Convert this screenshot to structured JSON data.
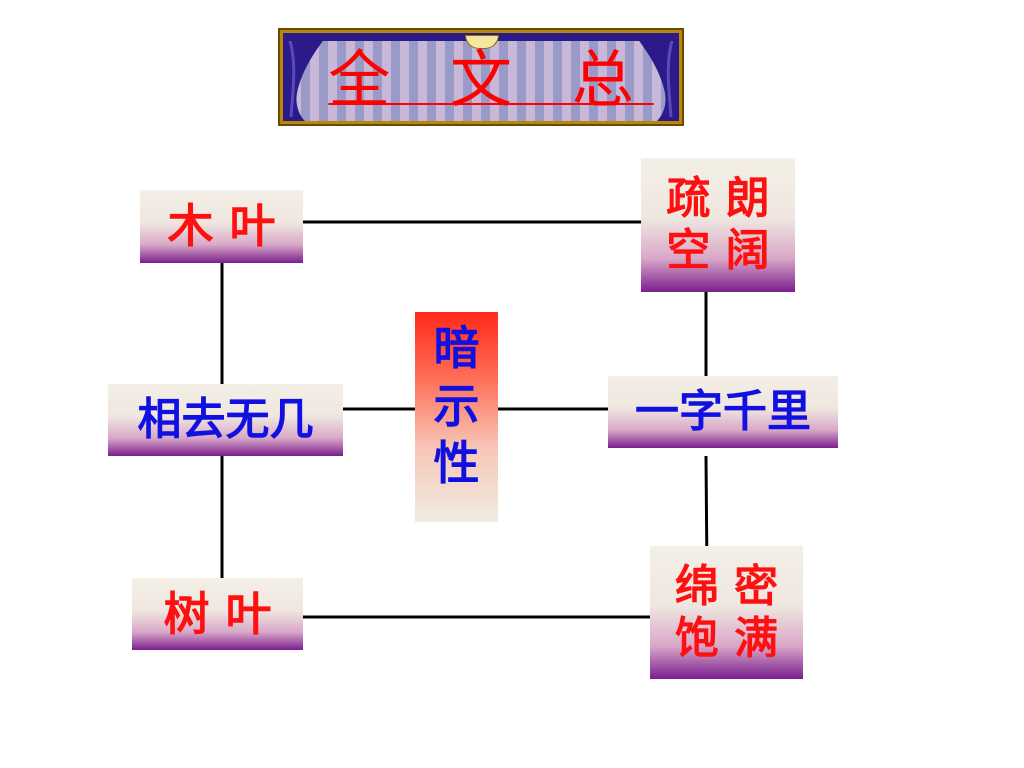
{
  "title": "全 文 总 结",
  "nodes": {
    "muye": "木 叶",
    "shuye": "树 叶",
    "xiangqu": "相去无几",
    "anshi": "暗\n示\n性",
    "yizi": "一字千里",
    "shulang": "疏 朗\n空 阔",
    "mianmi": "绵 密\n饱 满"
  },
  "colors": {
    "title": "#ff0000",
    "red_text": "#ff1010",
    "blue_text": "#1010e0",
    "box_bottom": "#7a1f8e",
    "banner_border": "#b8860b"
  }
}
